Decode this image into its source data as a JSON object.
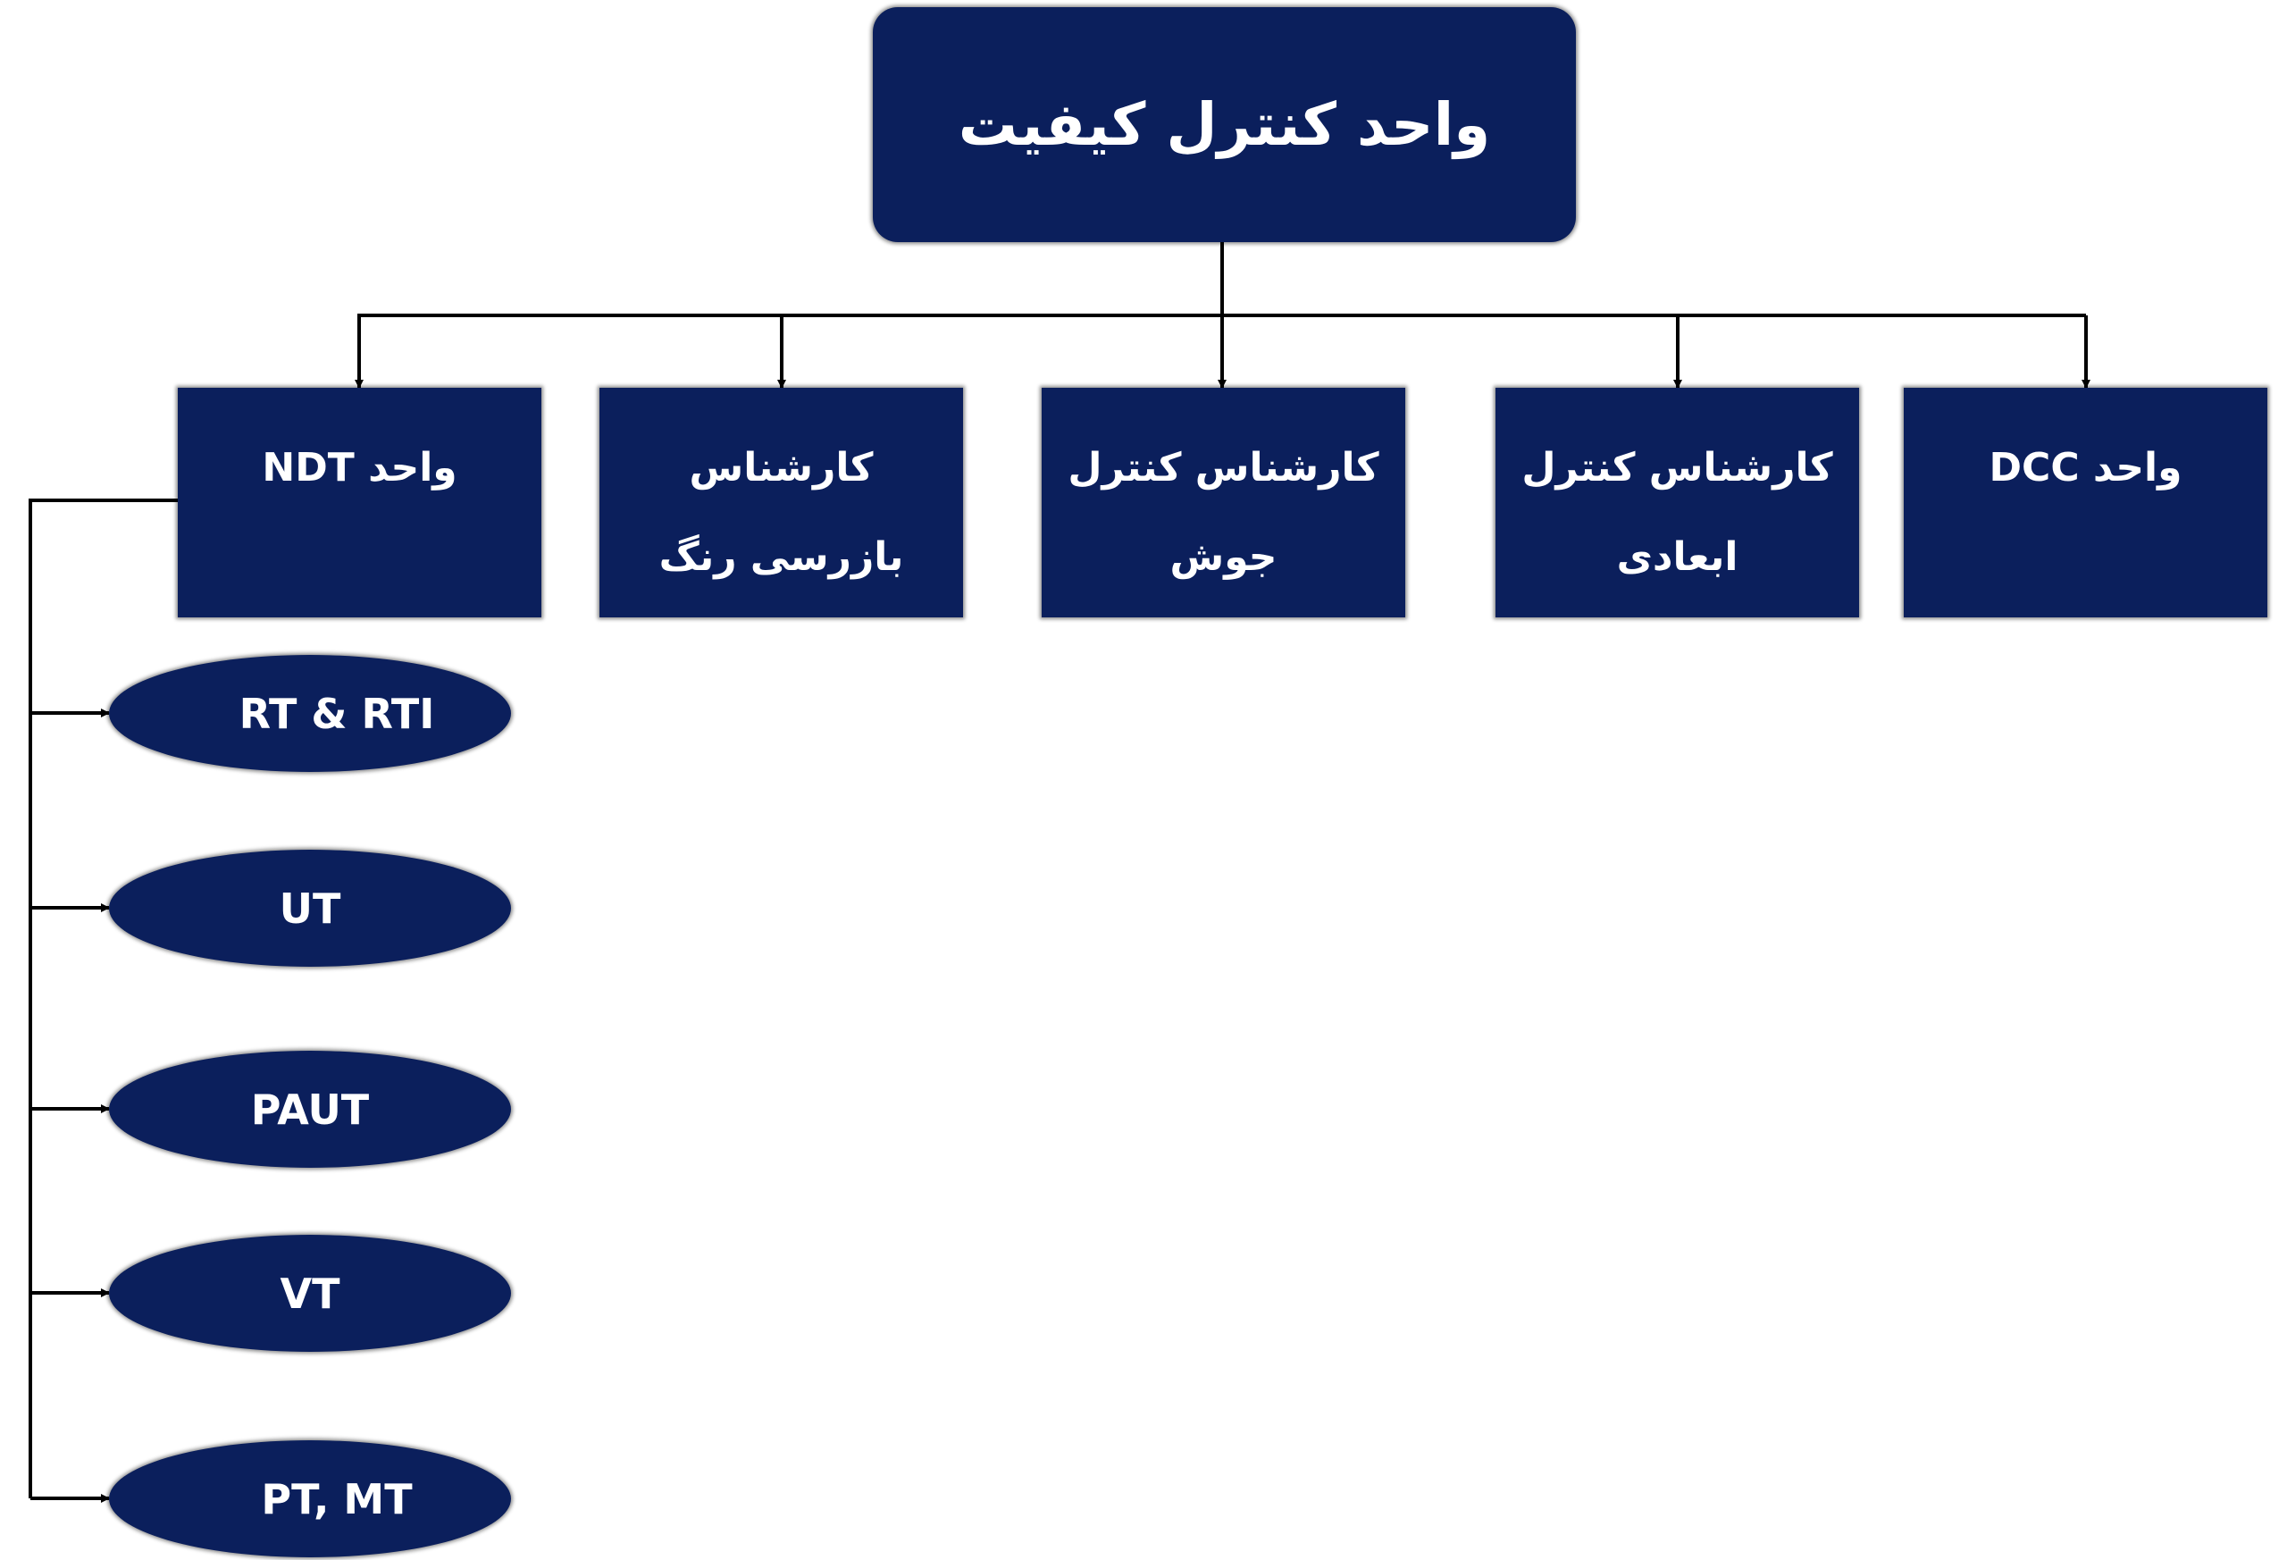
{
  "root": {
    "label": "واحد کنترل کیفیت"
  },
  "units": [
    {
      "line1": "واحد NDT",
      "line2": ""
    },
    {
      "line1": "کارشناس",
      "line2": "بازرسی رنگ"
    },
    {
      "line1": "کارشناس کنترل",
      "line2": "جوش"
    },
    {
      "line1": "کارشناس کنترل",
      "line2": "ابعادی"
    },
    {
      "line1": "واحد DCC",
      "line2": ""
    }
  ],
  "ndt_methods": [
    "RT & RTI",
    "UT",
    "PAUT",
    "VT",
    "PT, MT"
  ],
  "colors": {
    "node_fill": "#0b1f5c",
    "text": "#ffffff",
    "connector": "#000000"
  }
}
